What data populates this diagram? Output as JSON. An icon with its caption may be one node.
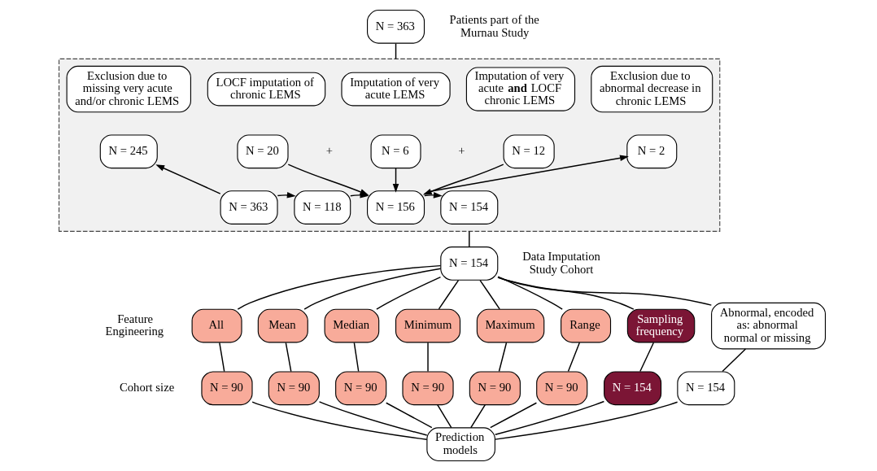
{
  "diagram": {
    "nodes": [
      {
        "text": [],
        "shape": "box"
      },
      {
        "text": [
          "N = 363"
        ],
        "beside": [
          "Patients part of the Murnau Study"
        ]
      },
      {
        "text": [
          "Exclusion due to missing very acute and/or chronic LEMS"
        ],
        "in": 0
      },
      {
        "text": [
          "LOCF imputation of chronic LEMS"
        ],
        "in": 0
      },
      {
        "text": [
          "Imputation of very acute LEMS"
        ],
        "in": 0
      },
      {
        "text": [
          "Imputation of very acute **and** LOCF chronic LEMS"
        ],
        "in": 0
      },
      {
        "text": [
          "Exclusion due to abnormal decrease in chronic LEMS"
        ],
        "in": 0
      },
      {
        "text": [
          "N = 245"
        ],
        "in": 0
      },
      {
        "text": [
          "N = 20"
        ],
        "in": 0
      },
      {
        "text": [
          "N = 6"
        ],
        "in": 0
      },
      {
        "text": [
          "N = 12"
        ],
        "in": 0
      },
      {
        "text": [
          "N = 2"
        ],
        "in": 0
      },
      {
        "text": [
          "N = 363"
        ],
        "in": 0
      },
      {
        "text": [
          "N = 118"
        ],
        "in": 0
      },
      {
        "text": [
          "N = 156"
        ],
        "in": 0
      },
      {
        "text": [
          "N = 154"
        ],
        "in": 0
      },
      {
        "text": [
          "N = 154"
        ],
        "beside": [
          "Data Imputation Study Cohort"
        ]
      },
      {
        "text": [
          "All"
        ]
      },
      {
        "text": [
          "Mean"
        ]
      },
      {
        "text": [
          "Median"
        ]
      },
      {
        "text": [
          "Minimum"
        ]
      },
      {
        "text": [
          "Maximum"
        ]
      },
      {
        "text": [
          "Range"
        ]
      },
      {
        "text": [
          "Sampling frequency"
        ]
      },
      {
        "text": [
          "Abnormal, encoded as: abnormal normal or missing"
        ]
      },
      {
        "text": [
          "N = 90"
        ]
      },
      {
        "text": [
          "N = 90"
        ]
      },
      {
        "text": [
          "N = 90"
        ]
      },
      {
        "text": [
          "N = 90"
        ]
      },
      {
        "text": [
          "N = 90"
        ]
      },
      {
        "text": [
          "N = 90"
        ]
      },
      {
        "text": [
          "N = 154"
        ]
      },
      {
        "text": [
          "N = 154"
        ]
      },
      {
        "text": [
          "Prediction models"
        ]
      }
    ],
    "edges": [
      {
        "from": 1,
        "to": 0,
        "arrow": "none"
      },
      {
        "from": 12,
        "to": 7,
        "arrow": "to"
      },
      {
        "from": 12,
        "to": 13,
        "arrow": "to"
      },
      {
        "from": 13,
        "to": 14,
        "arrow": "to"
      },
      {
        "from": 8,
        "to": 14,
        "arrow": "to"
      },
      {
        "from": 9,
        "to": 14,
        "arrow": "to"
      },
      {
        "from": 10,
        "to": 14,
        "arrow": "to"
      },
      {
        "from": 14,
        "to": 11,
        "arrow": "to"
      },
      {
        "from": 14,
        "to": 15,
        "arrow": "to"
      },
      {
        "from": 0,
        "to": 16,
        "arrow": "none"
      },
      {
        "from": 16,
        "to": 17,
        "arrow": "none"
      },
      {
        "from": 16,
        "to": 18,
        "arrow": "none"
      },
      {
        "from": 16,
        "to": 19,
        "arrow": "none"
      },
      {
        "from": 16,
        "to": 20,
        "arrow": "none"
      },
      {
        "from": 16,
        "to": 21,
        "arrow": "none"
      },
      {
        "from": 16,
        "to": 22,
        "arrow": "none"
      },
      {
        "from": 16,
        "to": 23,
        "arrow": "none"
      },
      {
        "from": 16,
        "to": 24,
        "arrow": "none"
      },
      {
        "from": 17,
        "to": 25,
        "arrow": "none"
      },
      {
        "from": 18,
        "to": 26,
        "arrow": "none"
      },
      {
        "from": 19,
        "to": 27,
        "arrow": "none"
      },
      {
        "from": 20,
        "to": 28,
        "arrow": "none"
      },
      {
        "from": 21,
        "to": 29,
        "arrow": "none"
      },
      {
        "from": 22,
        "to": 30,
        "arrow": "none"
      },
      {
        "from": 23,
        "to": 31,
        "arrow": "none"
      },
      {
        "from": 24,
        "to": 32,
        "arrow": "none"
      },
      {
        "from": 25,
        "to": 33,
        "arrow": "none"
      },
      {
        "from": 26,
        "to": 33,
        "arrow": "none"
      },
      {
        "from": 27,
        "to": 33,
        "arrow": "none"
      },
      {
        "from": 28,
        "to": 33,
        "arrow": "none"
      },
      {
        "from": 29,
        "to": 33,
        "arrow": "none"
      },
      {
        "from": 30,
        "to": 33,
        "arrow": "none"
      },
      {
        "from": 31,
        "to": 33,
        "arrow": "none"
      },
      {
        "from": 32,
        "to": 33,
        "arrow": "none"
      }
    ],
    "labels": [
      "+",
      "+",
      "Feature Engineering",
      "Cohort size"
    ]
  }
}
